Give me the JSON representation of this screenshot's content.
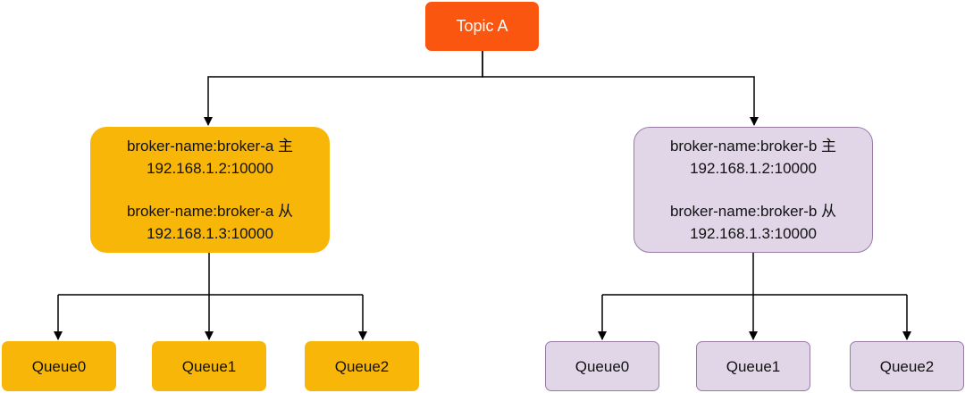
{
  "topic": {
    "label": "Topic A"
  },
  "brokers": [
    {
      "master_name": "broker-name:broker-a 主",
      "master_addr": "192.168.1.2:10000",
      "slave_name": "broker-name:broker-a 从",
      "slave_addr": "192.168.1.3:10000",
      "fill_color": "#F8B608",
      "queues": [
        "Queue0",
        "Queue1",
        "Queue2"
      ]
    },
    {
      "master_name": "broker-name:broker-b 主",
      "master_addr": "192.168.1.2:10000",
      "slave_name": "broker-name:broker-b 从",
      "slave_addr": "192.168.1.3:10000",
      "fill_color": "#E1D6E7",
      "stroke_color": "#9A7BA8",
      "queues": [
        "Queue0",
        "Queue1",
        "Queue2"
      ]
    }
  ],
  "colors": {
    "topic_fill": "#FA5610",
    "connector": "#000000"
  }
}
